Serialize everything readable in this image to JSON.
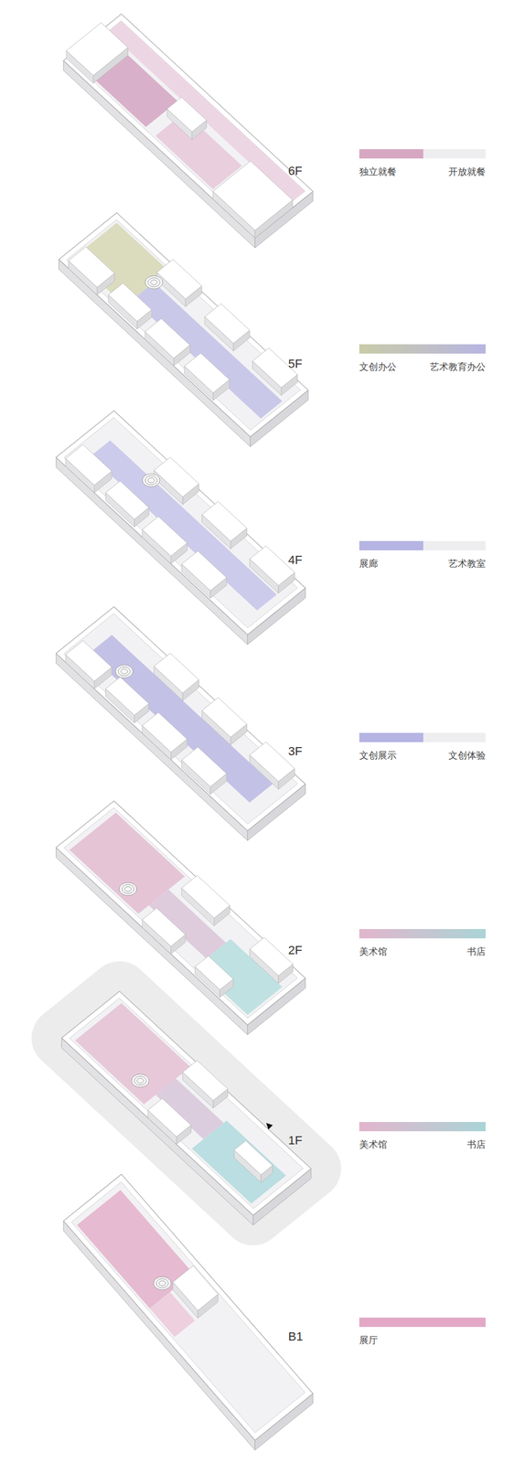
{
  "diagram": {
    "labels": [
      "6F",
      "5F",
      "4F",
      "3F",
      "2F",
      "1F",
      "B1"
    ],
    "legend": [
      {
        "text": "独立就餐",
        "color": "#d7a7c2"
      },
      {
        "text": "开放就餐",
        "color": "#eeeef0"
      },
      {
        "text": "文创办公",
        "color": "#c9cba8"
      },
      {
        "text": "艺术教育办公",
        "color": "#b7b5e2"
      },
      {
        "text": "展廊",
        "color": "#b6b4e3"
      },
      {
        "text": "艺术教室",
        "color": "#eeeef0"
      },
      {
        "text": "文创展示",
        "color": "#b6b4e3"
      },
      {
        "text": "文创体验",
        "color": "#eeeef0"
      },
      {
        "text": "美术馆",
        "color": "#e2b5cc"
      },
      {
        "text": "书店",
        "color": "#a9d4d6"
      },
      {
        "text": "美术馆",
        "color": "#e2b5cc"
      },
      {
        "text": "书店",
        "color": "#a9d4d6"
      },
      {
        "text": "展厅",
        "color": "#e2a8c6"
      }
    ]
  }
}
